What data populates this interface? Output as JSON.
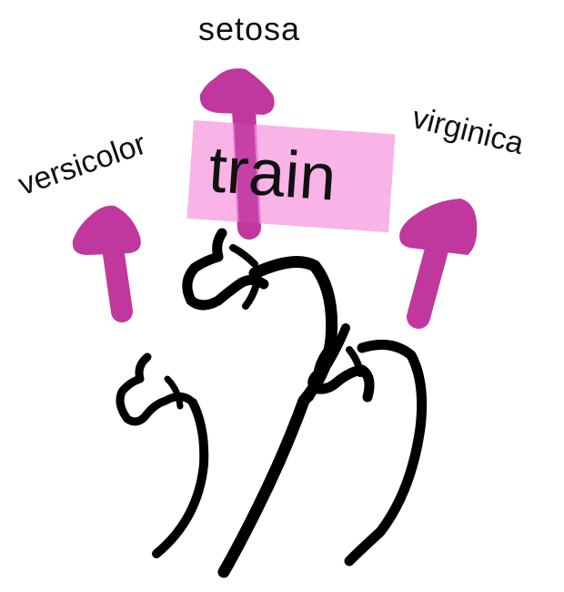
{
  "labels": {
    "setosa": "setosa",
    "versicolor": "versicolor",
    "virginica": "virginica",
    "train": "train"
  },
  "colors": {
    "arrow": "#c0379e",
    "box": "#f7a6dd",
    "stroke": "#000000"
  }
}
